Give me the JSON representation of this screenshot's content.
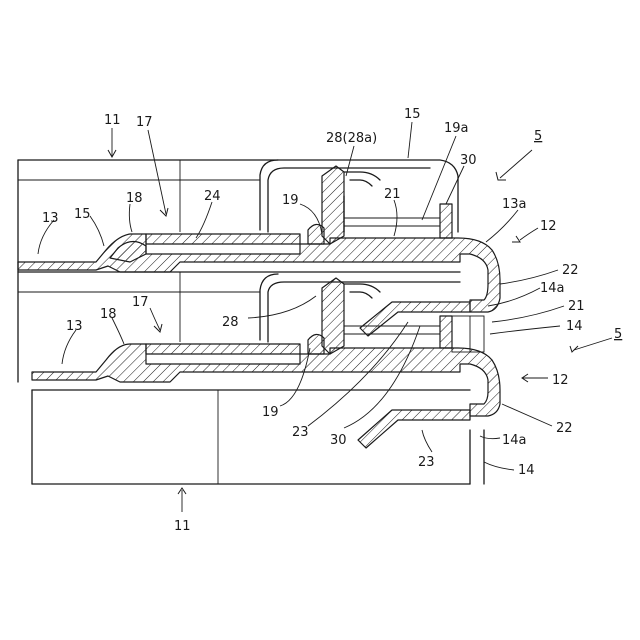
{
  "labels": {
    "l11_top": "11",
    "l17_top": "17",
    "l15_top": "15",
    "l28_28a": "28(28a)",
    "l19a": "19a",
    "l5_top": "5",
    "l30_top": "30",
    "l13_top": "13",
    "l15_left": "15",
    "l18_top": "18",
    "l24": "24",
    "l19_top": "19",
    "l21_top": "21",
    "l13a": "13a",
    "l12_top": "12",
    "l22_top": "22",
    "l14a_top": "14a",
    "l17_mid": "17",
    "l28_mid": "28",
    "l21_mid": "21",
    "l14_mid": "14",
    "l5_mid": "5",
    "l13_mid": "13",
    "l18_mid": "18",
    "l12_mid": "12",
    "l19_bot": "19",
    "l23_left": "23",
    "l30_bot": "30",
    "l22_bot": "22",
    "l14a_bot": "14a",
    "l23_bot": "23",
    "l14_bot": "14",
    "l11_bot": "11"
  }
}
